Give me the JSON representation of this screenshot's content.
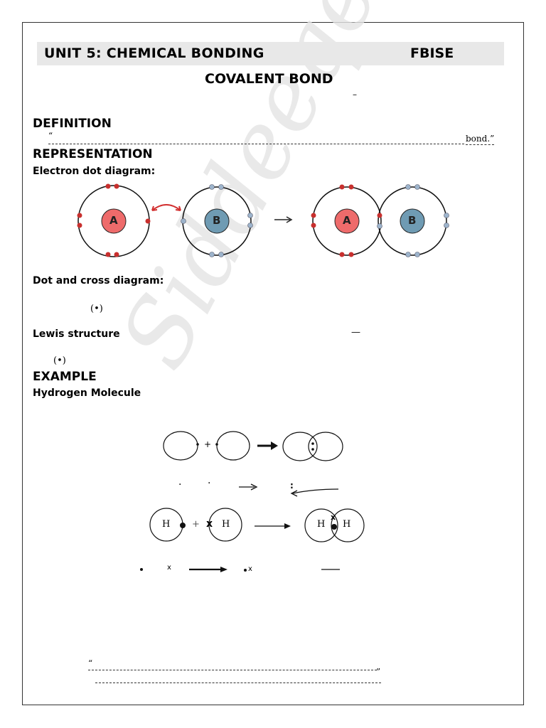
{
  "header": {
    "unit_title": "UNIT 5: CHEMICAL BONDING",
    "board": "FBISE",
    "main_title": "COVALENT BOND",
    "mini_dash": "–"
  },
  "definition": {
    "heading": "DEFINITION",
    "open_quote": "“",
    "end_text": "bond.”"
  },
  "representation": {
    "heading": "REPRESENTATION",
    "electron_dot_label": "Electron dot diagram:",
    "atom_a": "A",
    "atom_b": "B",
    "dot_cross_label": "Dot and cross diagram:",
    "dot_cross_symbol": "(•)",
    "lewis_label": "Lewis structure",
    "lewis_dash": "—",
    "lewis_symbol": "(•)"
  },
  "example": {
    "heading": "EXAMPLE",
    "subheading": "Hydrogen Molecule",
    "plus": "+",
    "h": "H",
    "x_mark": "x",
    "colon_mark": ":",
    "small_dot": "·",
    "lewis_bond": "—"
  },
  "footer": {
    "open_quote": "“",
    "close_quote": "”"
  },
  "watermark": {
    "text": "Siddeeqen"
  },
  "colors": {
    "atom_a_fill": "#ee6b6b",
    "atom_b_fill": "#6f9bb3",
    "red_electron": "#c8302e",
    "blue_electron": "#9db4cc",
    "header_band": "#e8e8e8"
  }
}
